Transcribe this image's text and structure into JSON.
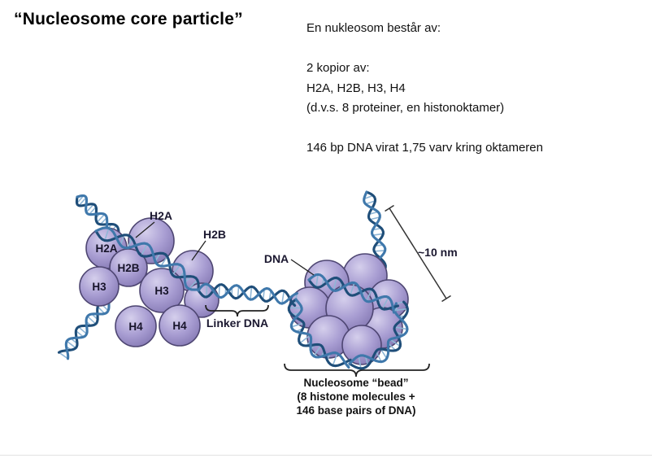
{
  "slide": {
    "title": "“Nucleosome core particle”"
  },
  "info": {
    "lines": [
      "En nukleosom består av:",
      "",
      "2 kopior av:",
      "H2A, H2B, H3, H4",
      "(d.v.s. 8 proteiner, en histonoktamer)",
      "",
      "146 bp DNA virat 1,75 varv kring oktameren"
    ]
  },
  "diagram": {
    "callouts": {
      "h2a": "H2A",
      "h2b": "H2B",
      "dna": "DNA"
    },
    "sphere_labels": [
      "H2A",
      "H2B",
      "H3",
      "H3",
      "H4",
      "H4"
    ],
    "linker_label": "Linker DNA",
    "scale_label": "~10 nm",
    "bead_caption": [
      "Nucleosome “bead”",
      "(8 histone molecules +",
      "146 base pairs of DNA)"
    ]
  },
  "colors": {
    "histone_fill": "#a89dd2",
    "histone_highlight": "#d5cfec",
    "histone_shade": "#8478b3",
    "histone_stroke": "#4e4672",
    "dna_dark": "#1f4e79",
    "dna_mid": "#3f78ab",
    "dna_rung": "#8fb6d6",
    "label_color": "#1b1830"
  }
}
